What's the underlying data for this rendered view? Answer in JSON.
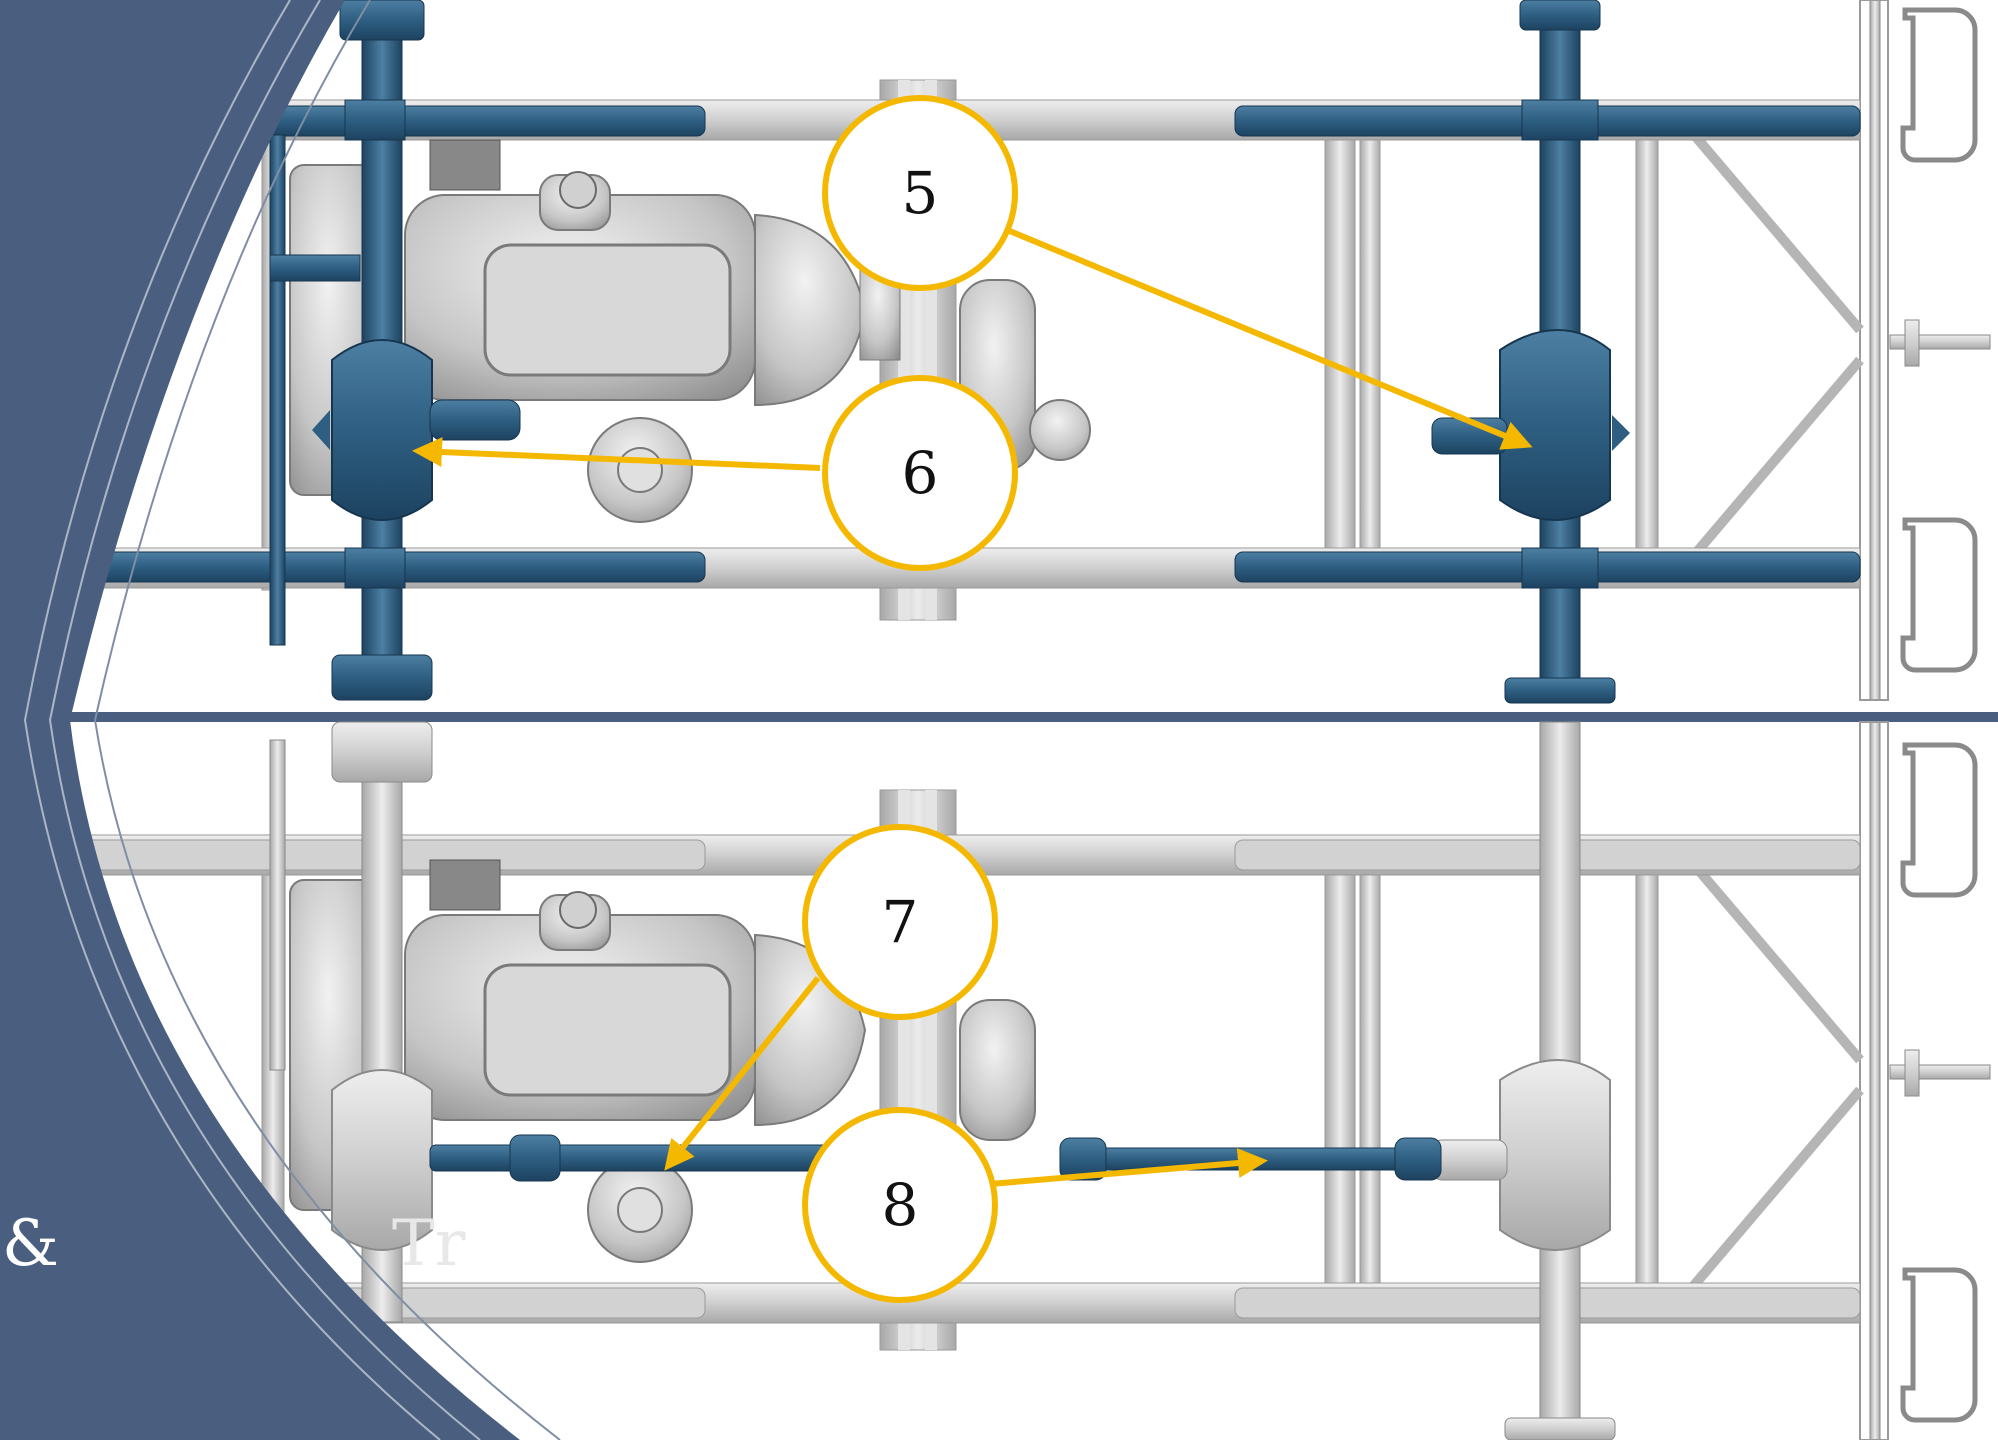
{
  "colors": {
    "frame_gray": "#c9c9c9",
    "frame_dark": "#9a9a9a",
    "highlight_blue": "#2e5f82",
    "callout_yellow": "#f5b800",
    "callout_fill": "#ffffff",
    "panel_blue": "#4a5f7f",
    "divider_blue": "#4a5f7f"
  },
  "slide": {
    "left_text": "&",
    "partial_title": "Tr"
  },
  "top_view": {
    "highlighted": [
      "front-axle",
      "rear-axle",
      "front-differential",
      "rear-differential"
    ],
    "callouts": [
      {
        "label": "5",
        "target": "rear-differential"
      },
      {
        "label": "6",
        "target": "front-differential"
      }
    ]
  },
  "bottom_view": {
    "highlighted": [
      "front-propeller-shaft",
      "rear-propeller-shaft"
    ],
    "callouts": [
      {
        "label": "7",
        "target": "front-propeller-shaft"
      },
      {
        "label": "8",
        "target": "rear-propeller-shaft"
      }
    ]
  }
}
